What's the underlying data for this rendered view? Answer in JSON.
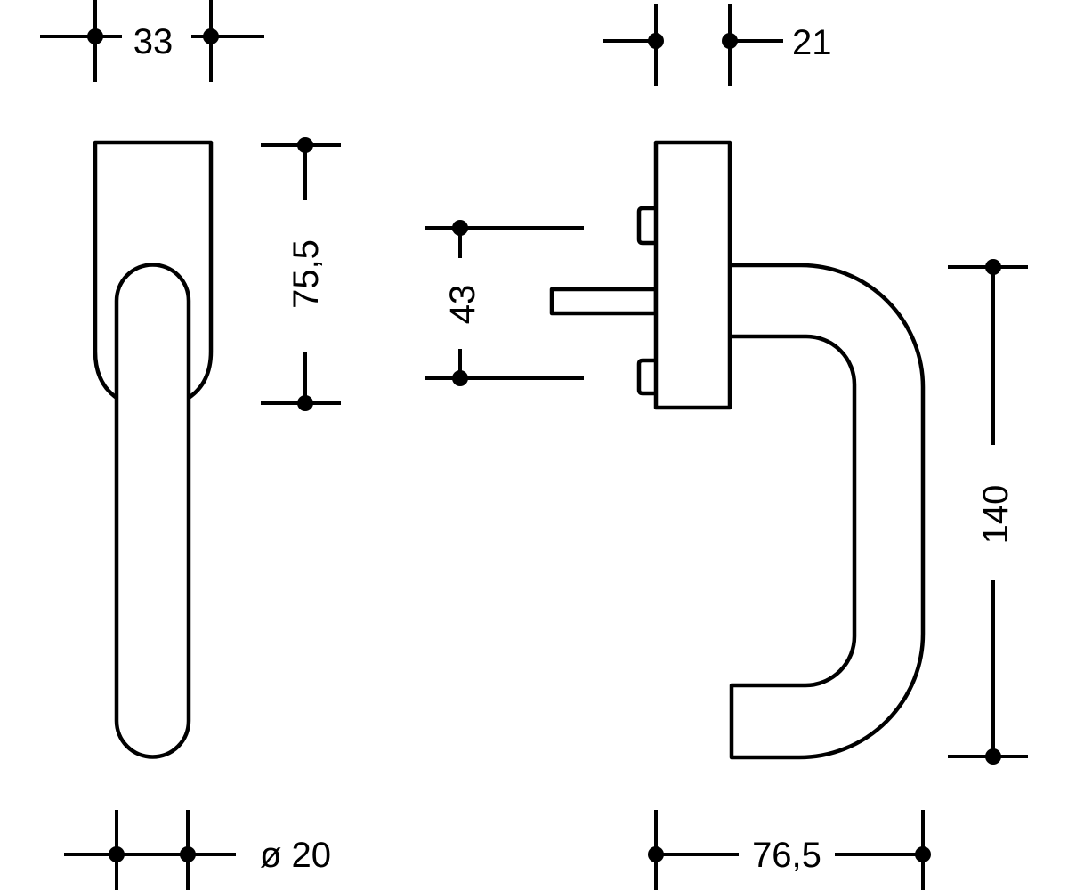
{
  "drawing": {
    "title": "Window handle dimension drawing",
    "colors": {
      "line": "#000000",
      "background": "#ffffff"
    },
    "dimensions": {
      "rose_width": "33",
      "rose_depth": "21",
      "rose_height": "75,5",
      "screw_spacing": "43",
      "handle_drop": "140",
      "lever_diameter": "ø 20",
      "handle_projection": "76,5"
    }
  }
}
